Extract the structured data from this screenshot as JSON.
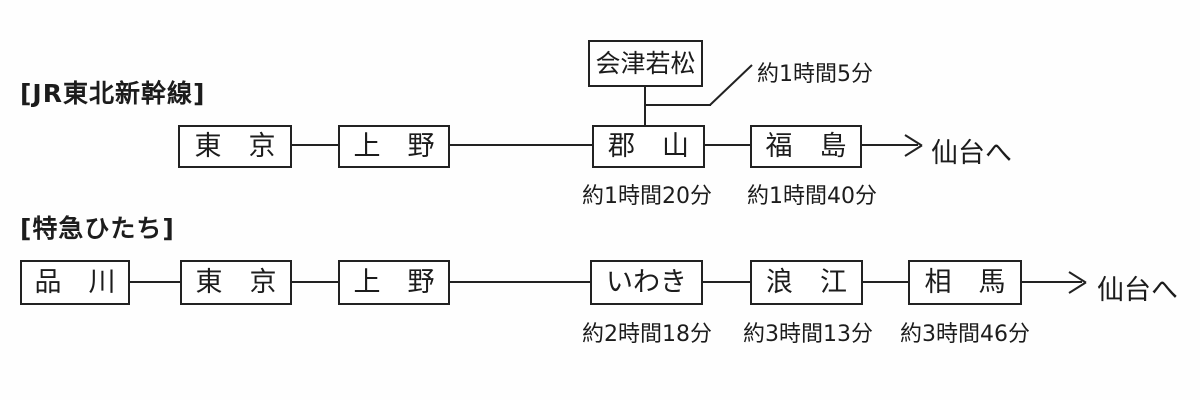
{
  "page": {
    "background": "#fefefe",
    "line_color": "#222222",
    "text_color": "#1c1c1c"
  },
  "lines": [
    {
      "name": "JR東北新幹線",
      "header": "[JR東北新幹線]",
      "branch": {
        "station_name": "会津若松",
        "station_display": "会津若松",
        "time_label": "約1時間5分"
      },
      "stations": [
        {
          "name": "東京",
          "display": "東　京"
        },
        {
          "name": "上野",
          "display": "上　野"
        },
        {
          "name": "郡山",
          "display": "郡　山",
          "time": "約1時間20分"
        },
        {
          "name": "福島",
          "display": "福　島",
          "time": "約1時間40分"
        }
      ],
      "destination": "仙台へ"
    },
    {
      "name": "特急ひたち",
      "header": "[特急ひたち]",
      "stations": [
        {
          "name": "品川",
          "display": "品　川"
        },
        {
          "name": "東京",
          "display": "東　京"
        },
        {
          "name": "上野",
          "display": "上　野"
        },
        {
          "name": "いわき",
          "display": "いわき",
          "time": "約2時間18分"
        },
        {
          "name": "浪江",
          "display": "浪　江",
          "time": "約3時間13分"
        },
        {
          "name": "相馬",
          "display": "相　馬",
          "time": "約3時間46分"
        }
      ],
      "destination": "仙台へ"
    }
  ]
}
